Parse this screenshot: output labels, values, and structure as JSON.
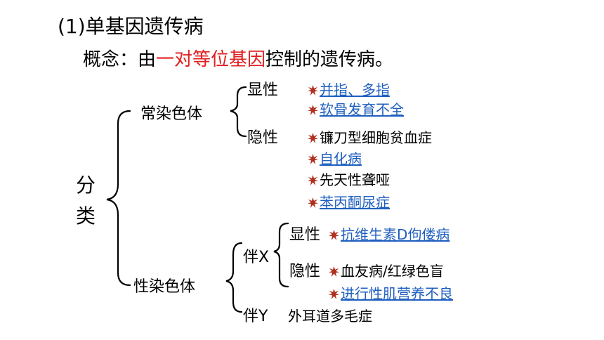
{
  "section_title": "(1)单基因遗传病",
  "concept": {
    "prefix": "概念：由",
    "highlight": "一对等位基因",
    "suffix": "控制的遗传病。",
    "highlight_color": "#e02020"
  },
  "classification_label_1": "分",
  "classification_label_2": "类",
  "autosomal": {
    "label": "常染色体",
    "dominant": {
      "label": "显性",
      "items": [
        "并指、多指",
        "软骨发育不全"
      ]
    },
    "recessive": {
      "label": "隐性",
      "items": [
        "镰刀型细胞贫血症",
        "自化病",
        "先天性聋哑",
        "苯丙酮尿症"
      ]
    }
  },
  "sex_chromosome": {
    "label": "性染色体",
    "x_linked": {
      "label": "伴X",
      "dominant": {
        "label": "显性",
        "items": [
          "抗维生素D佝偻病"
        ]
      },
      "recessive": {
        "label": "隐性",
        "items": [
          "血友病/红绿色盲",
          "进行性肌营养不良"
        ]
      }
    },
    "y_linked": {
      "label": "伴Y",
      "item": "外耳道多毛症"
    }
  },
  "colors": {
    "link": "#1f5fbf",
    "bullet": "#b03020",
    "accent": "#e02020"
  },
  "icons": {
    "bullet": "splat-bullet-icon"
  }
}
